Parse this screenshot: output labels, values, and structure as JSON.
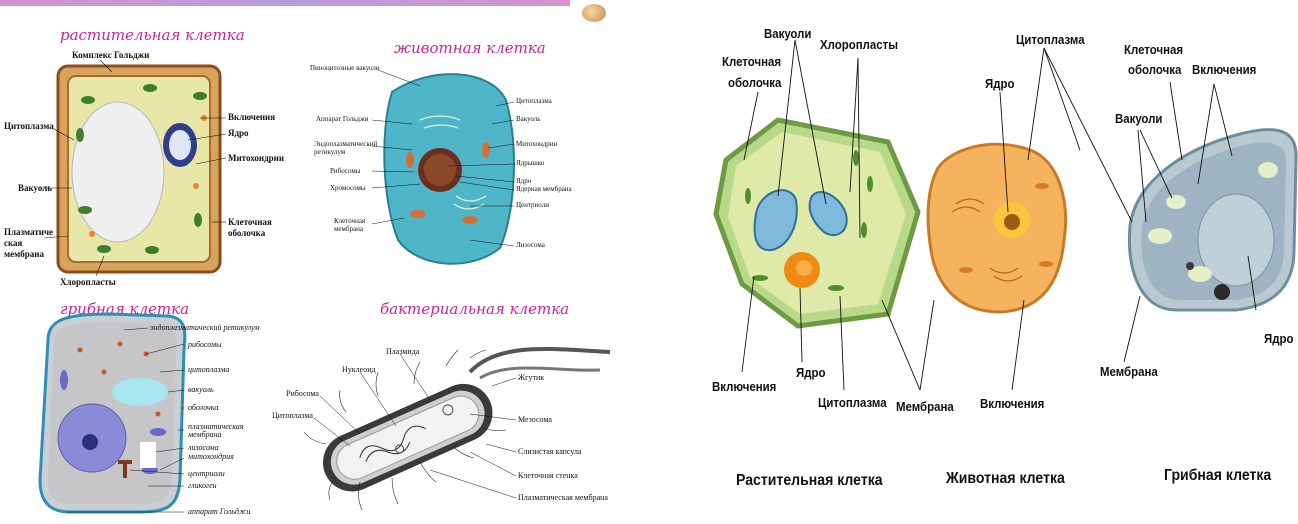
{
  "left": {
    "plant": {
      "title": "растительная клетка",
      "labels": [
        "Комплекс Гольджи",
        "Цитоплазма",
        "Включения",
        "Ядро",
        "Митохондрии",
        "Вакуоль",
        "Клеточная",
        "оболочка",
        "Плазматиче",
        "ская",
        "мембрана",
        "Хлоропласты"
      ]
    },
    "animal": {
      "title": "животная клетка",
      "labels": [
        "Пиноцитозные вакуоли",
        "Аппарат Гольджи",
        "Эндоплазматический",
        "ретикулум",
        "Рибосомы",
        "Хромосомы",
        "Клеточная",
        "мембрана",
        "Цитоплазма",
        "Вакуоль",
        "Митохондрии",
        "Ядрышко",
        "Ядро",
        "Ядерная мембрана",
        "Центриоли",
        "Лизосома"
      ]
    },
    "fungal": {
      "title": "грибная клетка",
      "labels": [
        "эндоплазматический ретикулум",
        "рибосомы",
        "цитоплазма",
        "вакуоль",
        "оболочка",
        "плазматическая",
        "мембрана",
        "лизосома",
        "митохондрия",
        "центриоли",
        "гликоген",
        "аппарат Гольджи"
      ]
    },
    "bacterial": {
      "title": "бактериальная клетка",
      "labels": [
        "Плазмида",
        "Нуклеоид",
        "Рибосома",
        "Цитоплазма",
        "Жгутик",
        "Мезосома",
        "Слизистая капсула",
        "Клеточная стенка",
        "Плазматическая мембрана"
      ]
    }
  },
  "right": {
    "labels": {
      "vacuoles": "Вакуоли",
      "chloroplasts": "Хлоропласты",
      "cell_wall_plant": "Клеточная",
      "cell_wall_plant_2": "оболочка",
      "nucleus_animal": "Ядро",
      "cytoplasm_top": "Цитоплазма",
      "cell_wall_fungal": "Клеточная",
      "cell_wall_fungal_2": "оболочка",
      "inclusions_top": "Включения",
      "vacuoles_fungal": "Вакуоли",
      "nucleus_fungal": "Ядро",
      "membrane_fungal": "Мембрана",
      "inclusions_plant": "Включения",
      "nucleus_plant": "Ядро",
      "cytoplasm_bottom": "Цитоплазма",
      "membrane_bottom": "Мембрана",
      "inclusions_animal": "Включения"
    },
    "captions": [
      "Растительная клетка",
      "Животная клетка",
      "Грибная клетка"
    ]
  },
  "colors": {
    "title_magenta": "#c2259a",
    "plant_green": "#b9d98a",
    "animal_orange": "#f6b35e",
    "fungal_gray": "#b9c9d2",
    "animal_blue": "#4fb6c9"
  }
}
